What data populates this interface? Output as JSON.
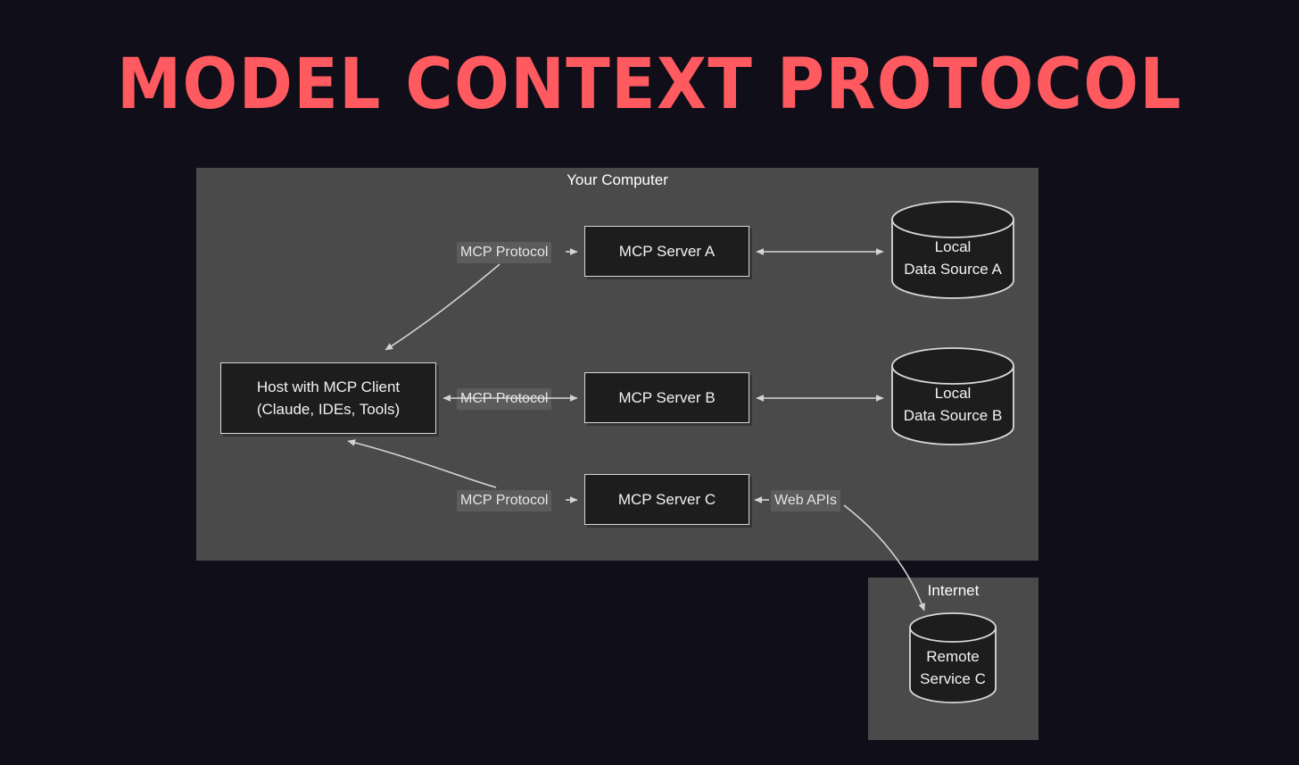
{
  "slide": {
    "title": "Model Context Protocol",
    "background_color": "#100e18",
    "title_color": "#ff5a5f"
  },
  "panels": {
    "your_computer": {
      "label": "Your Computer",
      "fill_color": "#4a4a4a"
    },
    "internet": {
      "label": "Internet",
      "fill_color": "#4a4a4a"
    }
  },
  "nodes": {
    "host": {
      "line1": "Host with MCP Client",
      "line2": "(Claude, IDEs, Tools)"
    },
    "server_a": {
      "label": "MCP Server A"
    },
    "server_b": {
      "label": "MCP Server B"
    },
    "server_c": {
      "label": "MCP Server C"
    },
    "data_source_a": {
      "line1": "Local",
      "line2": "Data Source A"
    },
    "data_source_b": {
      "line1": "Local",
      "line2": "Data Source B"
    },
    "remote_service_c": {
      "line1": "Remote",
      "line2": "Service C"
    }
  },
  "edges": {
    "host_to_server_a": {
      "label": "MCP Protocol",
      "arrow": "both"
    },
    "host_to_server_b": {
      "label": "MCP Protocol",
      "arrow": "both"
    },
    "host_to_server_c": {
      "label": "MCP Protocol",
      "arrow": "both"
    },
    "server_a_to_data_a": {
      "label": "",
      "arrow": "both"
    },
    "server_b_to_data_b": {
      "label": "",
      "arrow": "both"
    },
    "server_c_to_web": {
      "label": "Web APIs",
      "arrow": "both"
    }
  },
  "style": {
    "node_fill": "#1d1d1d",
    "node_stroke": "#d8d8d8",
    "text_color": "#f2f2f2",
    "connector_color": "#d4d4d4"
  }
}
